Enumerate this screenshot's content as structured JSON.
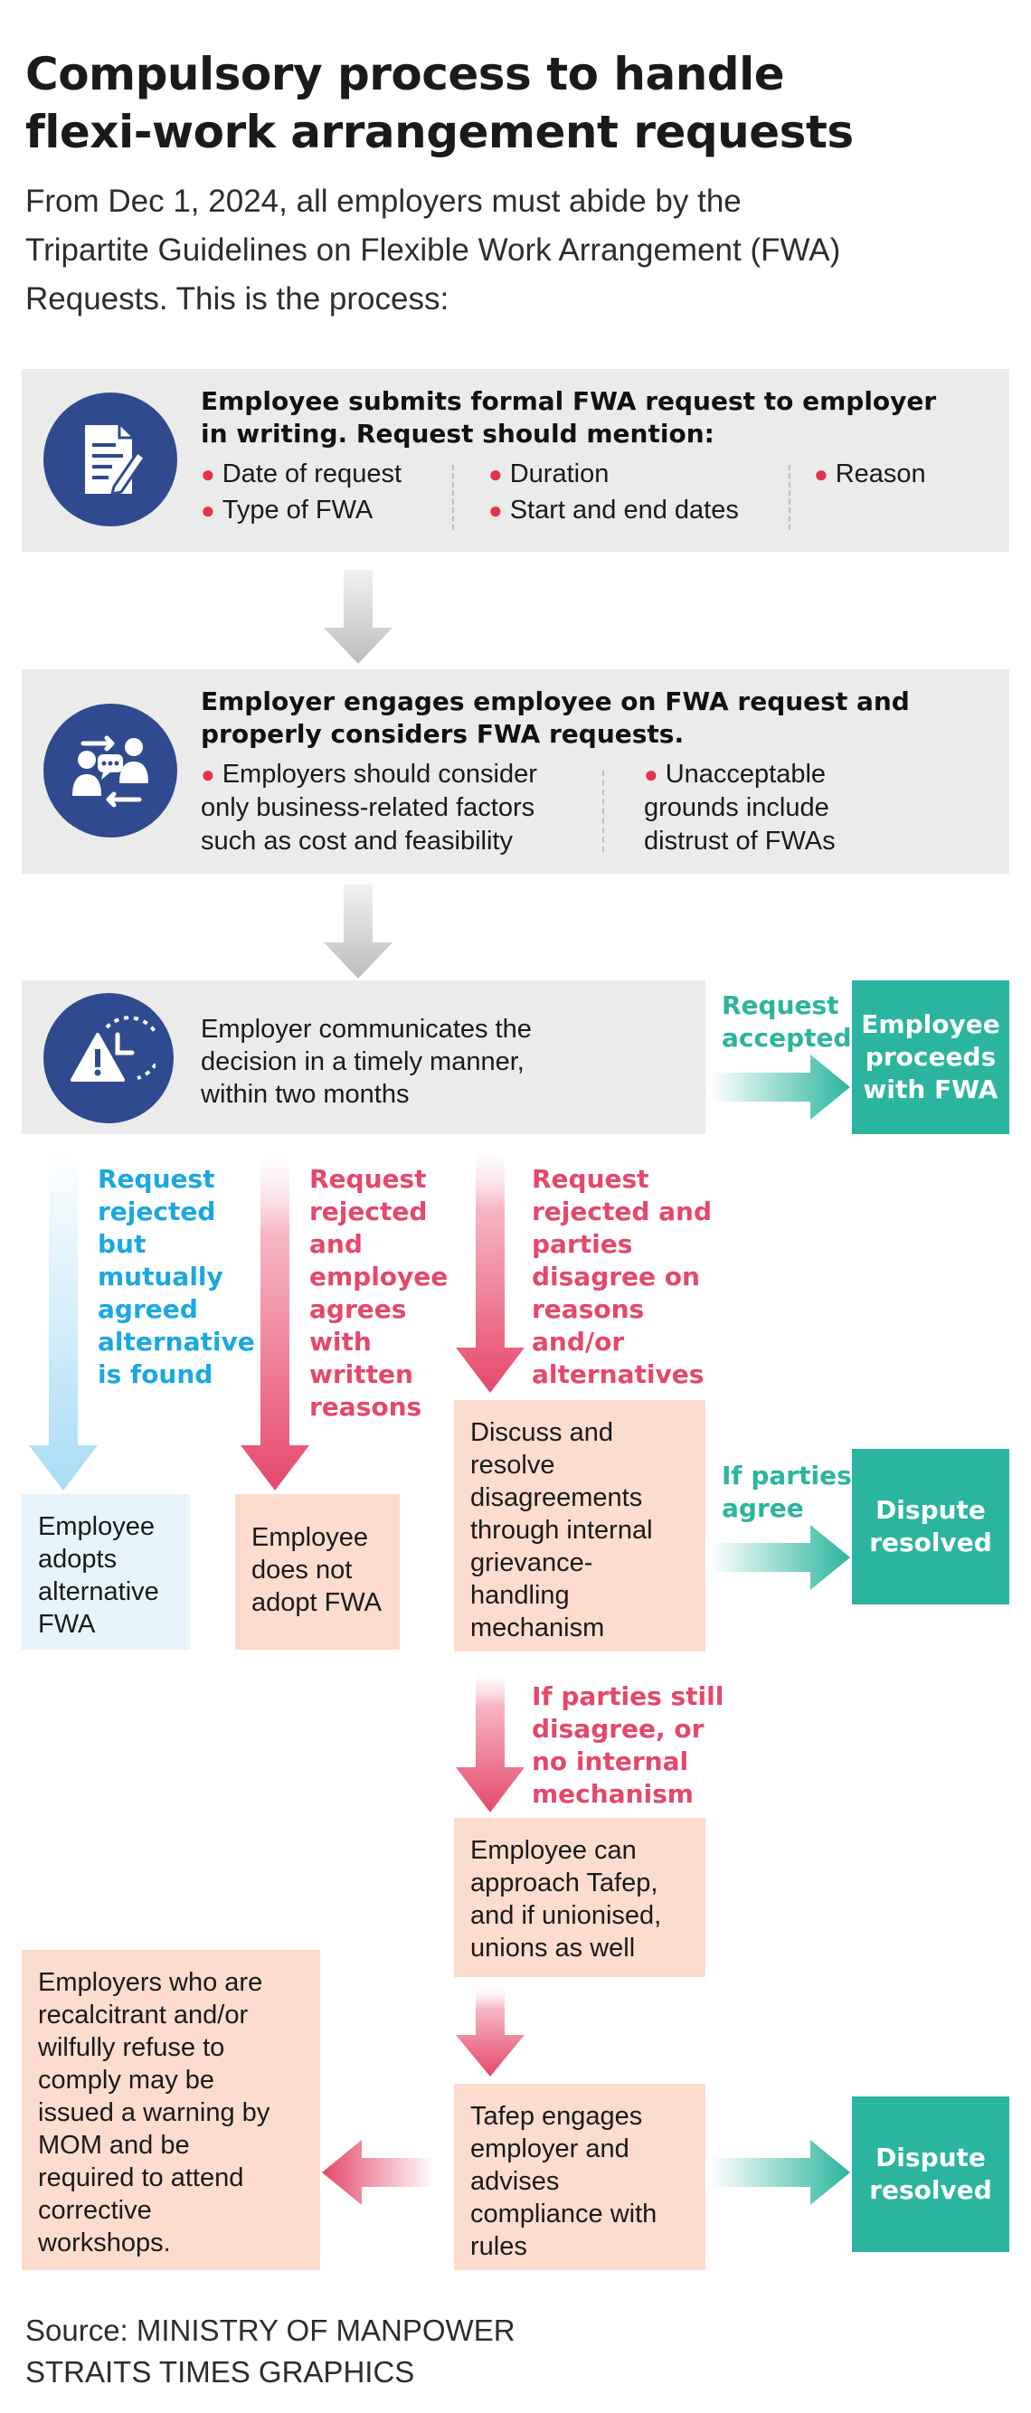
{
  "header": {
    "title_line1": "Compulsory process to handle",
    "title_line2": "flexi-work arrangement requests",
    "subtitle_line1": "From Dec 1, 2024, all employers must abide by the",
    "subtitle_line2": "Tripartite Guidelines on Flexible Work Arrangement (FWA)",
    "subtitle_line3": "Requests. This is the process:"
  },
  "step1": {
    "icon": "document-pen-icon",
    "heading_line1": "Employee submits formal FWA request to employer",
    "heading_line2": "in writing. Request should mention:",
    "bullets": [
      "Date of request",
      "Type of FWA",
      "Duration",
      "Start and end dates",
      "Reason"
    ]
  },
  "step2": {
    "icon": "people-discussion-icon",
    "heading_line1": "Employer engages employee on FWA request and",
    "heading_line2": "properly considers FWA requests.",
    "bullet1_lines": [
      "Employers should consider",
      "only business-related factors",
      "such as cost and feasibility"
    ],
    "bullet2_lines": [
      "Unacceptable",
      "grounds include",
      "distrust of FWAs"
    ]
  },
  "step3": {
    "icon": "alert-clock-icon",
    "text_lines": [
      "Employer communicates the",
      "decision in a timely manner,",
      "within two months"
    ]
  },
  "accepted": {
    "label_lines": [
      "Request",
      "accepted"
    ],
    "outcome_lines": [
      "Employee",
      "proceeds",
      "with FWA"
    ]
  },
  "branch_alternative": {
    "label_lines": [
      "Request",
      "rejected",
      "but",
      "mutually",
      "agreed",
      "alternative",
      "is found"
    ],
    "outcome_lines": [
      "Employee",
      "adopts",
      "alternative",
      "FWA"
    ]
  },
  "branch_written": {
    "label_lines": [
      "Request",
      "rejected",
      "and",
      "employee",
      "agrees",
      "with",
      "written",
      "reasons"
    ],
    "outcome_lines": [
      "Employee",
      "does not",
      "adopt FWA"
    ]
  },
  "branch_disagree": {
    "label_lines": [
      "Request",
      "rejected and",
      "parties",
      "disagree on",
      "reasons",
      "and/or",
      "alternatives"
    ]
  },
  "grievance": {
    "text_lines": [
      "Discuss and",
      "resolve",
      "disagreements",
      "through internal",
      "grievance-",
      "handling",
      "mechanism"
    ]
  },
  "parties_agree": {
    "label_lines": [
      "If parties",
      "agree"
    ],
    "outcome_lines": [
      "Dispute",
      "resolved"
    ]
  },
  "still_disagree": {
    "label_lines": [
      "If parties still",
      "disagree, or",
      "no internal",
      "mechanism"
    ]
  },
  "tafep_approach": {
    "text_lines": [
      "Employee can",
      "approach Tafep,",
      "and if unionised,",
      "unions as well"
    ]
  },
  "tafep_engage": {
    "text_lines": [
      "Tafep engages",
      "employer and",
      "advises",
      "compliance with",
      "rules"
    ]
  },
  "final_resolved": {
    "outcome_lines": [
      "Dispute",
      "resolved"
    ]
  },
  "recalcitrant": {
    "text_lines": [
      "Employers who are",
      "recalcitrant and/or",
      "wilfully refuse to",
      "comply may be",
      "issued a warning by",
      "MOM and be",
      "required to attend",
      "corrective",
      "workshops."
    ]
  },
  "footer": {
    "source": "Source: MINISTRY OF MANPOWER",
    "credit": "STRAITS TIMES GRAPHICS"
  },
  "colors": {
    "navy": "#2f4a8f",
    "teal": "#2bb59e",
    "pink": "#e5486a",
    "blue": "#1ba8e0",
    "gray_box": "#ebebeb",
    "peach_box": "#fcdccd"
  }
}
